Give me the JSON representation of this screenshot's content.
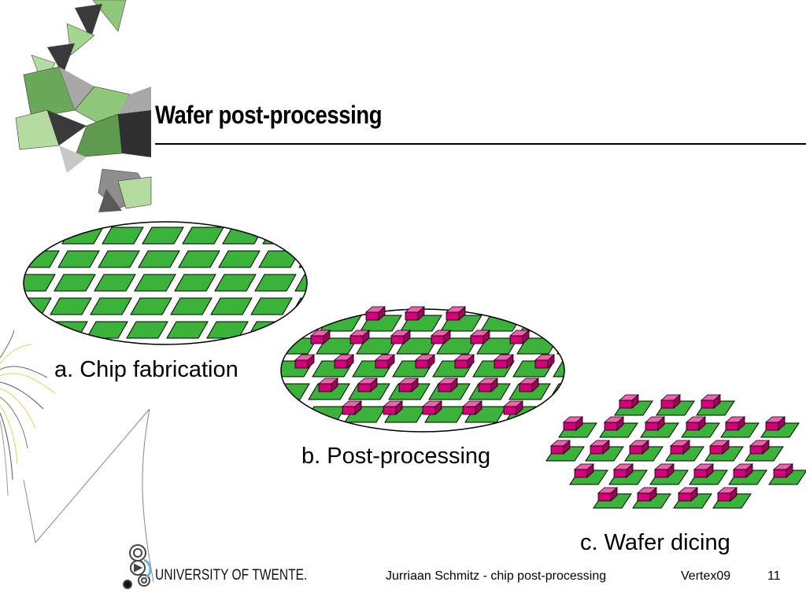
{
  "slide": {
    "title": "Wafer post-processing",
    "labels": {
      "a": "a. Chip fabrication",
      "b": "b. Post-processing",
      "c": "c. Wafer dicing"
    },
    "footer": {
      "university": "UNIVERSITY OF TWENTE.",
      "author_topic": "Jurriaan Schmitz - chip post-processing",
      "event": "Vertex09",
      "page": "11"
    }
  },
  "colors": {
    "die_green": "#3bb33b",
    "bump_magenta": "#d4007a",
    "bump_top": "#f060b0",
    "bump_side": "#a0005c",
    "deco_green": "#8fc87a",
    "deco_dark": "#3a3a3a"
  }
}
